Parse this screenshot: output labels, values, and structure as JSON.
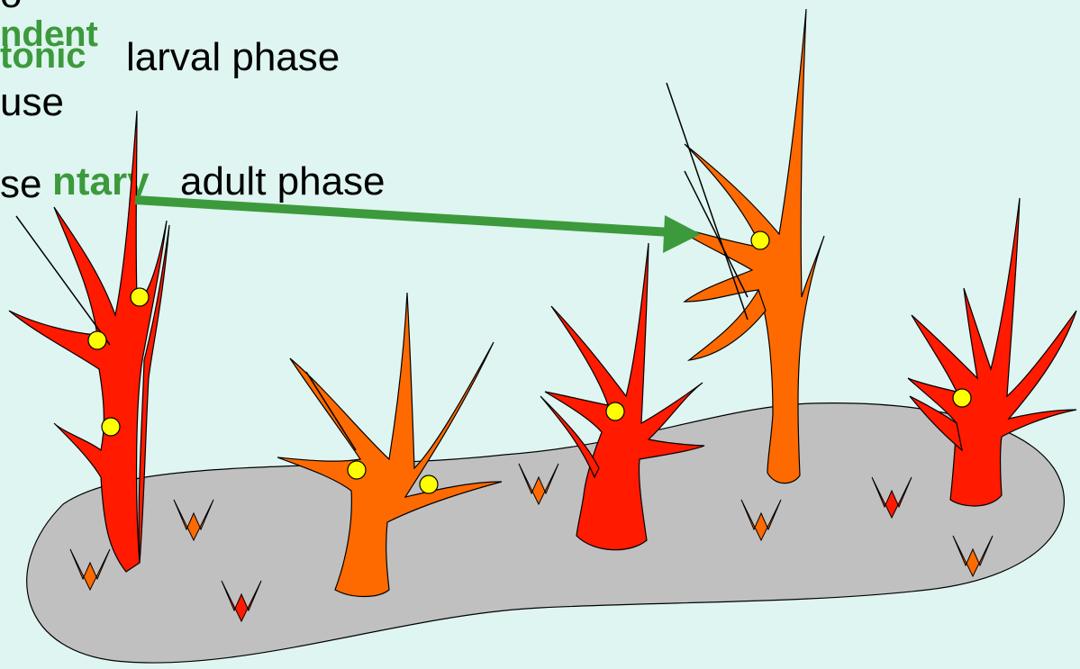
{
  "text_lines": {
    "top_fragment": "o",
    "green_word_1a": "ndent",
    "green_word_1b": "tonic",
    "larval_phase": "larval phase",
    "use_fragment": "use",
    "se_fragment": "se",
    "green_word_2": "ntary",
    "adult_phase": "adult phase"
  },
  "colors": {
    "background": "#dff5f1",
    "substrate": "#c0c0c0",
    "red_polyp": "#ff1a00",
    "orange_polyp": "#ff6a00",
    "arrow": "#3c9a3c",
    "bead": "#ffff00",
    "green_text": "#3c9a3c"
  },
  "icons": [
    "branching-polyp",
    "larva-arrowhead",
    "yellow-bead",
    "green-arrow"
  ]
}
